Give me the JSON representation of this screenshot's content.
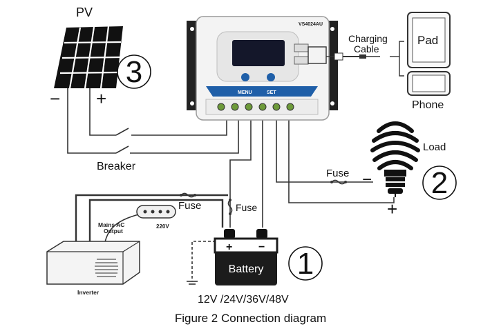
{
  "figure": {
    "caption": "Figure 2 Connection diagram"
  },
  "labels": {
    "pv": "PV",
    "pv_minus": "−",
    "pv_plus": "+",
    "breaker": "Breaker",
    "charging_cable_line1": "Charging",
    "charging_cable_line2": "Cable",
    "pad": "Pad",
    "phone": "Phone",
    "load": "Load",
    "load_minus": "−",
    "load_plus": "+",
    "fuse_load": "Fuse",
    "fuse_inverter": "Fuse",
    "fuse_battery": "Fuse",
    "mains_ac_line1": "Mains AC",
    "mains_ac_line2": "Output",
    "socket_voltage": "220V",
    "inverter": "Inverter",
    "battery": "Battery",
    "battery_plus": "+",
    "battery_minus": "−",
    "battery_voltages": "12V /24V/36V/48V",
    "controller_model": "VS4024AU",
    "button_menu": "MENU",
    "button_set": "SET"
  },
  "markers": {
    "battery": "1",
    "load": "2",
    "pv": "3"
  },
  "colors": {
    "controller_blue": "#1f5fa8",
    "lcd_dark": "#14172a",
    "terminal_green": "#6d9a3a",
    "battery_body": "#1c1c1c",
    "line": "#333333"
  }
}
